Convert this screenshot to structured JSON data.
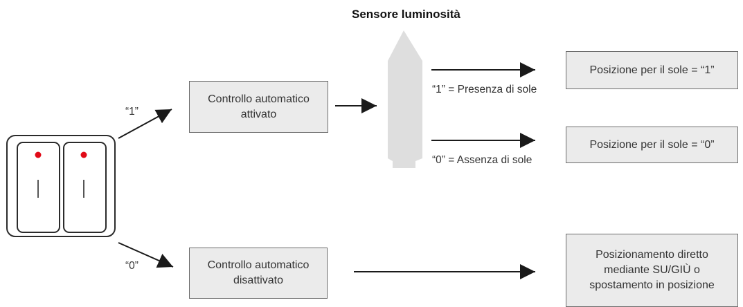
{
  "sensor": {
    "title": "Sensore luminosità"
  },
  "switch": {
    "label_on": "“1”",
    "label_off": "“0”",
    "led_color": "#e10a17",
    "icons": [
      "rocker-switch-icon",
      "led-icon"
    ]
  },
  "auto_on": {
    "line1": "Controllo automatico",
    "line2": "attivato"
  },
  "auto_off": {
    "line1": "Controllo automatico",
    "line2": "disattivato"
  },
  "presence": {
    "label": "“1” = Presenza di sole",
    "result": "Posizione per il sole = “1”"
  },
  "absence": {
    "label": "“0” = Assenza di sole",
    "result": "Posizione per il sole = “0”"
  },
  "manual": {
    "line1": "Posizionamento diretto",
    "line2": "mediante SU/GIÙ o",
    "line3": "spostamento in posizione"
  },
  "colors": {
    "box_fill": "#ebebeb",
    "box_border": "#6a6a6a",
    "sensor_fill": "#dedede",
    "arrow": "#1a1a1a",
    "text": "#333333"
  }
}
